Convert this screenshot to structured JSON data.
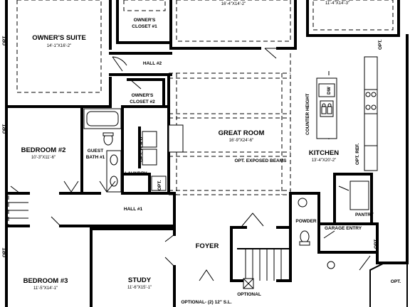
{
  "rooms": {
    "owners_suite": {
      "name": "OWNER'S SUITE",
      "dim": "14'-1\"X16'-2\""
    },
    "owners_closet_1": {
      "name_1": "OWNER'S",
      "name_2": "CLOSET #1"
    },
    "top_center": {
      "dim": "16'-4\"X14'-2\""
    },
    "top_right": {
      "dim": "11'-4\"X14'-3\""
    },
    "hall_2": {
      "name": "HALL #2"
    },
    "owners_closet_2": {
      "name_1": "OWNER'S",
      "name_2": "CLOSET #2"
    },
    "bedroom_2": {
      "name": "BEDROOM #2",
      "dim": "10'-3\"X11'-6\""
    },
    "guest_bath": {
      "name_1": "GUEST",
      "name_2": "BATH #1"
    },
    "laundry": {
      "name": "LAUNDRY",
      "wd": "OPT. W & D"
    },
    "great_room": {
      "name": "GREAT ROOM",
      "dim": "16'-9\"X24'-6\"",
      "note": "OPT. EXPOSED BEAMS"
    },
    "kitchen": {
      "name": "KITCHEN",
      "dim": "13'-4\"X20'-2\"",
      "counter": "COUNTER HEIGHT",
      "dw": "DW",
      "ref": "OPT. REF."
    },
    "pantry": {
      "name": "PANTRY"
    },
    "hall_1": {
      "name": "HALL #1"
    },
    "powder": {
      "name": "POWDER"
    },
    "garage_entry": {
      "name": "GARAGE ENTRY"
    },
    "foyer": {
      "name": "FOYER"
    },
    "bedroom_3": {
      "name": "BEDROOM #3",
      "dim": "11'-5\"X14'-1\""
    },
    "study": {
      "name": "STUDY",
      "dim": "11'-6\"X15'-1\""
    }
  },
  "notes": {
    "opt": "OPT.",
    "optional": "OPTIONAL",
    "optional_sl": "OPTIONAL- (2) 12\" S.L."
  }
}
